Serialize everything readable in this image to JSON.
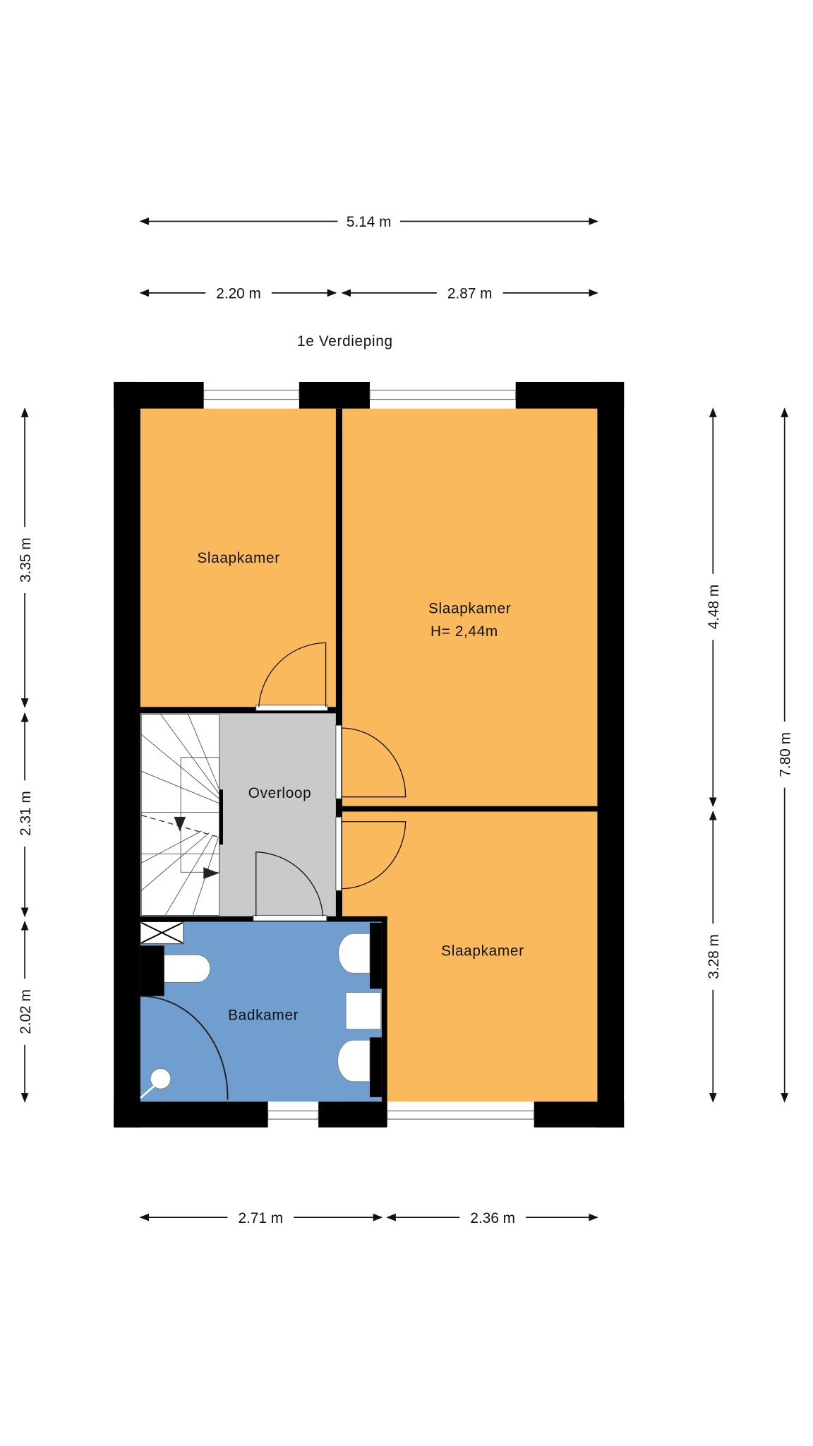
{
  "floor_title": "1e Verdieping",
  "colors": {
    "bedroom": "#F9B95C",
    "bathroom": "#6F9ECF",
    "landing": "#CACACA",
    "wall": "#000000"
  },
  "rooms": {
    "bedroom_top_left": "Slaapkamer",
    "bedroom_top_right": "Slaapkamer",
    "ceiling_height": "H= 2,44m",
    "landing": "Overloop",
    "bedroom_bottom_right": "Slaapkamer",
    "bathroom": "Badkamer"
  },
  "dimensions": {
    "top_total": "5.14 m",
    "top_left": "2.20 m",
    "top_right": "2.87 m",
    "left_top": "3.35 m",
    "left_middle": "2.31 m",
    "left_bottom": "2.02 m",
    "right_top": "4.48 m",
    "right_bottom": "3.28 m",
    "right_total": "7.80 m",
    "bottom_left": "2.71 m",
    "bottom_right": "2.36 m"
  }
}
